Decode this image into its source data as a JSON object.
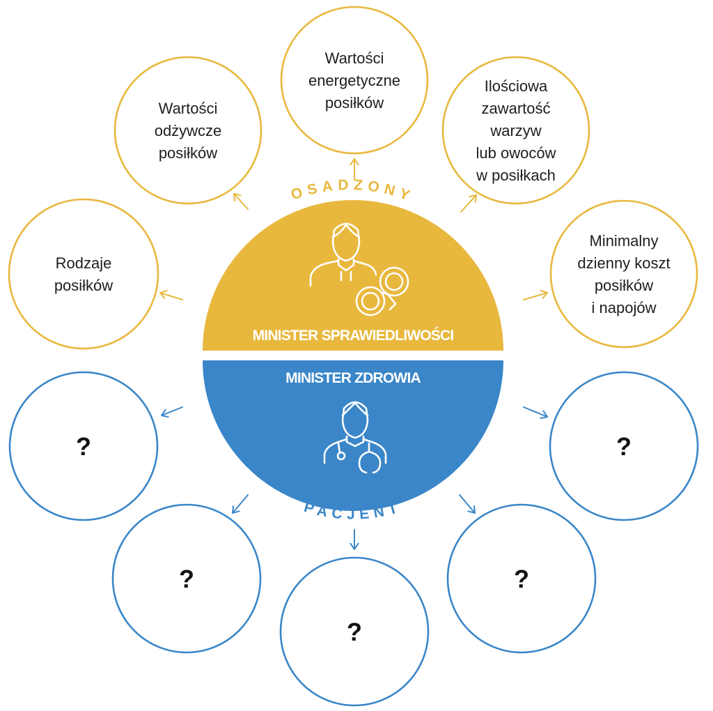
{
  "colors": {
    "yellow": "#e8b83e",
    "blue": "#3a86c8",
    "text": "#1e1e1e"
  },
  "center": {
    "top_label": "MINISTER SPRAWIEDLIWOŚCI",
    "bottom_label": "MINISTER ZDROWIA",
    "top_arc_label": "OSADZONY",
    "bottom_arc_label": "PACJENT",
    "top_icon": "prisoner-with-handcuffs-icon",
    "bottom_icon": "doctor-with-stethoscope-icon"
  },
  "yellow_nodes": [
    {
      "lines": [
        "Rodzaje",
        "posiłków"
      ]
    },
    {
      "lines": [
        "Wartości",
        "odżywcze",
        "posiłków"
      ]
    },
    {
      "lines": [
        "Wartości",
        "energetyczne",
        "posiłków"
      ]
    },
    {
      "lines": [
        "Ilościowa",
        "zawartość",
        "warzyw",
        "lub owoców",
        "w posiłkach"
      ]
    },
    {
      "lines": [
        "Minimalny",
        "dzienny koszt",
        "posiłków",
        "i napojów"
      ]
    }
  ],
  "blue_nodes": [
    {
      "label": "?"
    },
    {
      "label": "?"
    },
    {
      "label": "?"
    },
    {
      "label": "?"
    },
    {
      "label": "?"
    }
  ]
}
